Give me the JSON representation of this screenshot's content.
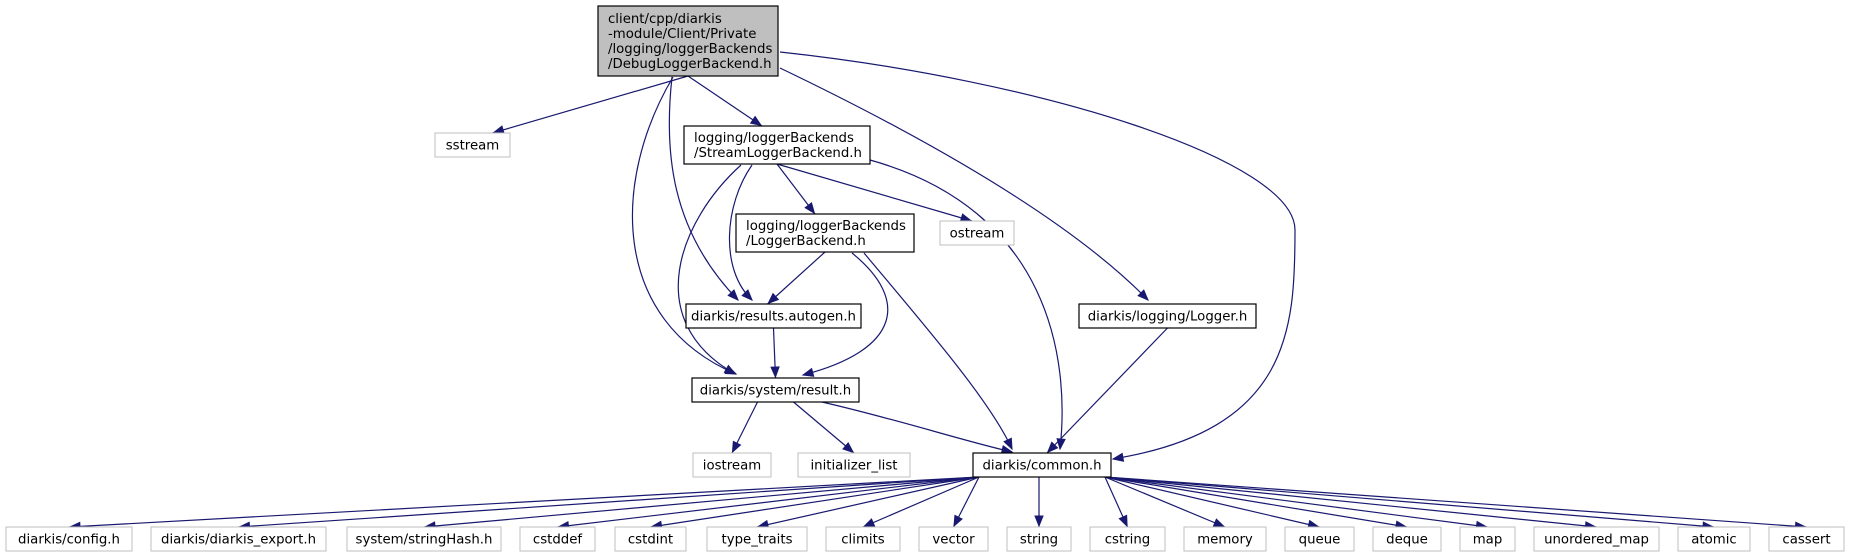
{
  "graph": {
    "nodes": {
      "root": {
        "lines": [
          "client/cpp/diarkis",
          "-module/Client/Private",
          "/logging/loggerBackends",
          "/DebugLoggerBackend.h"
        ],
        "kind": "root"
      },
      "sstream": {
        "lines": [
          "sstream"
        ],
        "kind": "system"
      },
      "stream_logger": {
        "lines": [
          "logging/loggerBackends",
          "/StreamLoggerBackend.h"
        ],
        "kind": "local"
      },
      "logger_backend": {
        "lines": [
          "logging/loggerBackends",
          "/LoggerBackend.h"
        ],
        "kind": "local"
      },
      "ostream": {
        "lines": [
          "ostream"
        ],
        "kind": "system"
      },
      "results_autogen": {
        "lines": [
          "diarkis/results.autogen.h"
        ],
        "kind": "local"
      },
      "logger": {
        "lines": [
          "diarkis/logging/Logger.h"
        ],
        "kind": "local"
      },
      "system_result": {
        "lines": [
          "diarkis/system/result.h"
        ],
        "kind": "local"
      },
      "iostream": {
        "lines": [
          "iostream"
        ],
        "kind": "system"
      },
      "initializer_list": {
        "lines": [
          "initializer_list"
        ],
        "kind": "system"
      },
      "common": {
        "lines": [
          "diarkis/common.h"
        ],
        "kind": "local"
      },
      "config": {
        "lines": [
          "diarkis/config.h"
        ],
        "kind": "system"
      },
      "diarkis_export": {
        "lines": [
          "diarkis/diarkis_export.h"
        ],
        "kind": "system"
      },
      "string_hash": {
        "lines": [
          "system/stringHash.h"
        ],
        "kind": "system"
      },
      "cstddef": {
        "lines": [
          "cstddef"
        ],
        "kind": "system"
      },
      "cstdint": {
        "lines": [
          "cstdint"
        ],
        "kind": "system"
      },
      "type_traits": {
        "lines": [
          "type_traits"
        ],
        "kind": "system"
      },
      "climits": {
        "lines": [
          "climits"
        ],
        "kind": "system"
      },
      "vector": {
        "lines": [
          "vector"
        ],
        "kind": "system"
      },
      "string": {
        "lines": [
          "string"
        ],
        "kind": "system"
      },
      "cstring": {
        "lines": [
          "cstring"
        ],
        "kind": "system"
      },
      "memory": {
        "lines": [
          "memory"
        ],
        "kind": "system"
      },
      "queue": {
        "lines": [
          "queue"
        ],
        "kind": "system"
      },
      "deque": {
        "lines": [
          "deque"
        ],
        "kind": "system"
      },
      "map": {
        "lines": [
          "map"
        ],
        "kind": "system"
      },
      "unordered_map": {
        "lines": [
          "unordered_map"
        ],
        "kind": "system"
      },
      "atomic": {
        "lines": [
          "atomic"
        ],
        "kind": "system"
      },
      "cassert": {
        "lines": [
          "cassert"
        ],
        "kind": "system"
      }
    },
    "edges": [
      [
        "root",
        "sstream"
      ],
      [
        "root",
        "stream_logger"
      ],
      [
        "root",
        "results_autogen"
      ],
      [
        "root",
        "system_result"
      ],
      [
        "root",
        "logger"
      ],
      [
        "root",
        "common"
      ],
      [
        "stream_logger",
        "logger_backend"
      ],
      [
        "stream_logger",
        "ostream"
      ],
      [
        "stream_logger",
        "results_autogen"
      ],
      [
        "stream_logger",
        "system_result"
      ],
      [
        "stream_logger",
        "common"
      ],
      [
        "logger_backend",
        "results_autogen"
      ],
      [
        "logger_backend",
        "system_result"
      ],
      [
        "logger_backend",
        "common"
      ],
      [
        "results_autogen",
        "system_result"
      ],
      [
        "logger",
        "common"
      ],
      [
        "system_result",
        "iostream"
      ],
      [
        "system_result",
        "initializer_list"
      ],
      [
        "system_result",
        "common"
      ],
      [
        "common",
        "config"
      ],
      [
        "common",
        "diarkis_export"
      ],
      [
        "common",
        "string_hash"
      ],
      [
        "common",
        "cstddef"
      ],
      [
        "common",
        "cstdint"
      ],
      [
        "common",
        "type_traits"
      ],
      [
        "common",
        "climits"
      ],
      [
        "common",
        "vector"
      ],
      [
        "common",
        "string"
      ],
      [
        "common",
        "cstring"
      ],
      [
        "common",
        "memory"
      ],
      [
        "common",
        "queue"
      ],
      [
        "common",
        "deque"
      ],
      [
        "common",
        "map"
      ],
      [
        "common",
        "unordered_map"
      ],
      [
        "common",
        "atomic"
      ],
      [
        "common",
        "cassert"
      ]
    ]
  }
}
